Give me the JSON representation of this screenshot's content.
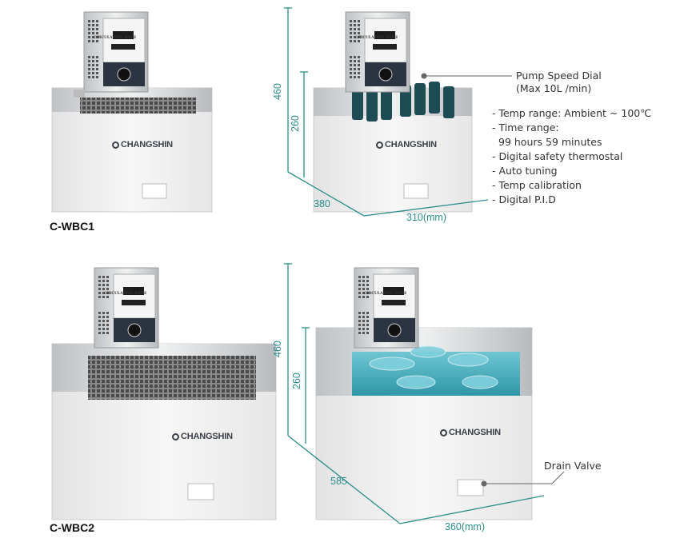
{
  "brand": "CHANGSHIN",
  "controller_label": "CIRCULATING BATH",
  "models": [
    {
      "name": "C-WBC1",
      "dimensions": {
        "height_total": "460",
        "height_tub": "260",
        "depth": "380",
        "width": "310(mm)"
      }
    },
    {
      "name": "C-WBC2",
      "dimensions": {
        "height_total": "460",
        "height_tub": "260",
        "depth": "585",
        "width": "360(mm)"
      }
    }
  ],
  "callouts": {
    "pump_title": "Pump Speed Dial",
    "pump_sub": "(Max 10L /min)",
    "drain": "Drain Valve"
  },
  "specs": [
    "- Temp range: Ambient ~ 100℃",
    "- Time range:",
    "  99 hours 59 minutes",
    "- Digital safety thermostal",
    "- Auto tuning",
    "- Temp calibration",
    "- Digital P.I.D"
  ],
  "colors": {
    "dimension": "#2b8e8a",
    "tub": "#eeeeee",
    "water": "#3aa9b8"
  }
}
